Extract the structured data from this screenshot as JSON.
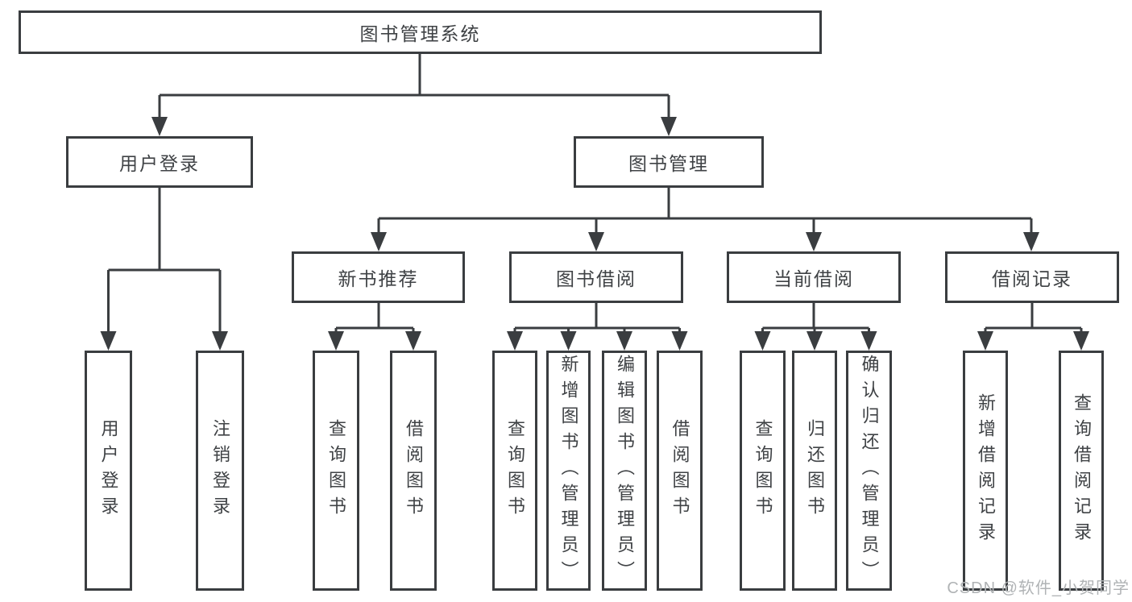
{
  "tree": {
    "label": "图书管理系统",
    "children": [
      {
        "label": "用户登录",
        "children": [
          {
            "label": "用户登录"
          },
          {
            "label": "注销登录"
          }
        ]
      },
      {
        "label": "图书管理",
        "children": [
          {
            "label": "新书推荐",
            "children": [
              {
                "label": "查询图书"
              },
              {
                "label": "借阅图书"
              }
            ]
          },
          {
            "label": "图书借阅",
            "children": [
              {
                "label": "查询图书"
              },
              {
                "label": "新增图书（管理员）"
              },
              {
                "label": "编辑图书（管理员）"
              },
              {
                "label": "借阅图书"
              }
            ]
          },
          {
            "label": "当前借阅",
            "children": [
              {
                "label": "查询图书"
              },
              {
                "label": "归还图书"
              },
              {
                "label": "确认归还（管理员）"
              }
            ]
          },
          {
            "label": "借阅记录",
            "children": [
              {
                "label": "新增借阅记录"
              },
              {
                "label": "查询借阅记录"
              }
            ]
          }
        ]
      }
    ]
  },
  "watermark": {
    "text": "CSDN @软件_小贺同学"
  },
  "colors": {
    "line": "#3a3d40",
    "text": "#3f4245",
    "box_background": "#ffffff",
    "watermark": "#b0b3b5"
  }
}
